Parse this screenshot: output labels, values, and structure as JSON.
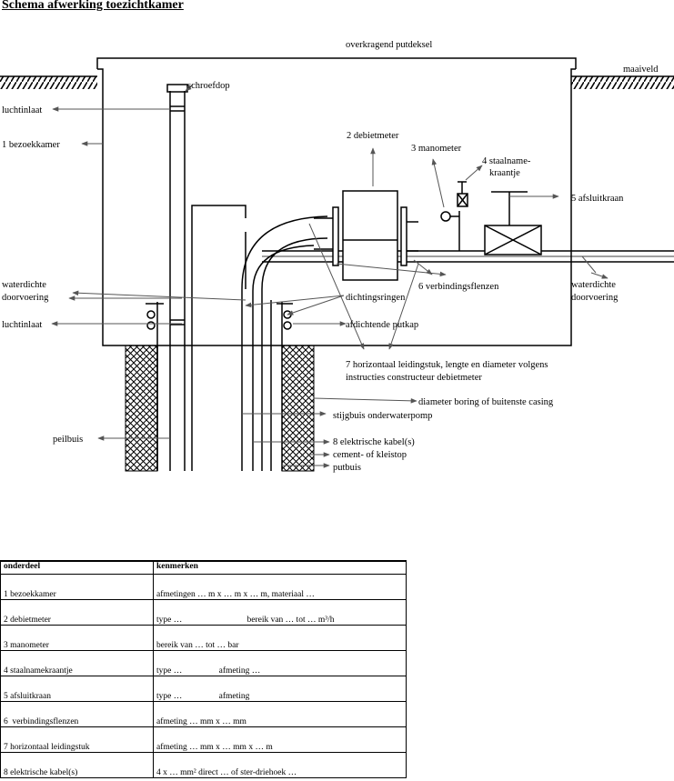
{
  "title": "Schema afwerking toezichtkamer",
  "labels": {
    "overkragend": "overkragend putdeksel",
    "maaiveld": "maaiveld",
    "schroefdop": "schroefdop",
    "luchtinlaat_top": "luchtinlaat",
    "bezoekkamer": "1 bezoekkamer",
    "debietmeter": "2 debietmeter",
    "manometer": "3 manometer",
    "staalname_1": "4 staalname-",
    "staalname_2": "kraantje",
    "afsluitkraan": "5 afsluitkraan",
    "wd_left_1": "waterdichte",
    "wd_left_2": "doorvoering",
    "verbindingsflenzen": "6  verbindingsflenzen",
    "wd_right_1": "waterdichte",
    "wd_right_2": "doorvoering",
    "dichtingsringen": "dichtingsringen",
    "luchtinlaat_bottom": "luchtinlaat",
    "afdichtende": "afdichtende putkap",
    "horizontaal_1": "7 horizontaal leidingstuk, lengte en diameter volgens",
    "horizontaal_2": "instructies constructeur debietmeter",
    "diameter_boring": "diameter boring of buitenste casing",
    "stijgbuis": "stijgbuis onderwaterpomp",
    "peilbuis": "peilbuis",
    "kabel": "8 elektrische kabel(s)",
    "cement": "cement- of kleistop",
    "putbuis": "putbuis"
  },
  "table": {
    "headers": [
      "onderdeel",
      "kenmerken"
    ],
    "rows": [
      [
        "1 bezoekkamer",
        "afmetingen … m x … m x … m, materiaal …"
      ],
      [
        "2 debietmeter",
        "type …                              bereik van … tot … m³/h"
      ],
      [
        "3 manometer",
        "bereik van … tot … bar"
      ],
      [
        "4 staalnamekraantje",
        "type …                 afmeting …"
      ],
      [
        "5 afsluitkraan",
        "type …                 afmeting"
      ],
      [
        "6  verbindingsflenzen",
        "afmeting … mm x … mm"
      ],
      [
        "7 horizontaal leidingstuk",
        "afmeting … mm x … mm x … m"
      ],
      [
        "8 elektrische kabel(s)",
        "4 x … mm² direct … of ster-driehoek …"
      ]
    ]
  }
}
